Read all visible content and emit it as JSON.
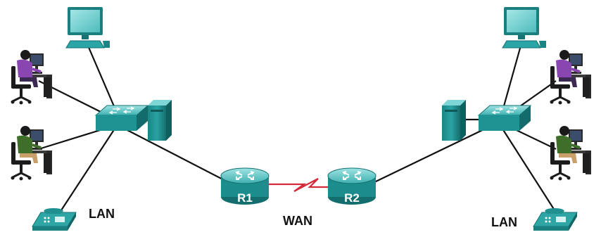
{
  "colors": {
    "device_teal": "#1e8f8f",
    "device_teal_light": "#6fcfcf",
    "device_teal_dark": "#146b6b",
    "wan_link": "#d32a3a",
    "lan_link": "#111111",
    "person_purple": "#7b3fa0",
    "person_green": "#3d6b2a",
    "furniture": "#2b2b2b"
  },
  "icons": {
    "router": "router-icon",
    "switch": "switch-icon",
    "server": "server-icon",
    "desktop": "desktop-computer-icon",
    "workstation_user": "user-workstation-icon",
    "ip_phone": "ip-phone-icon"
  },
  "labels": {
    "r1": "R1",
    "r2": "R2",
    "wan": "WAN",
    "lan_left": "LAN",
    "lan_right": "LAN"
  }
}
